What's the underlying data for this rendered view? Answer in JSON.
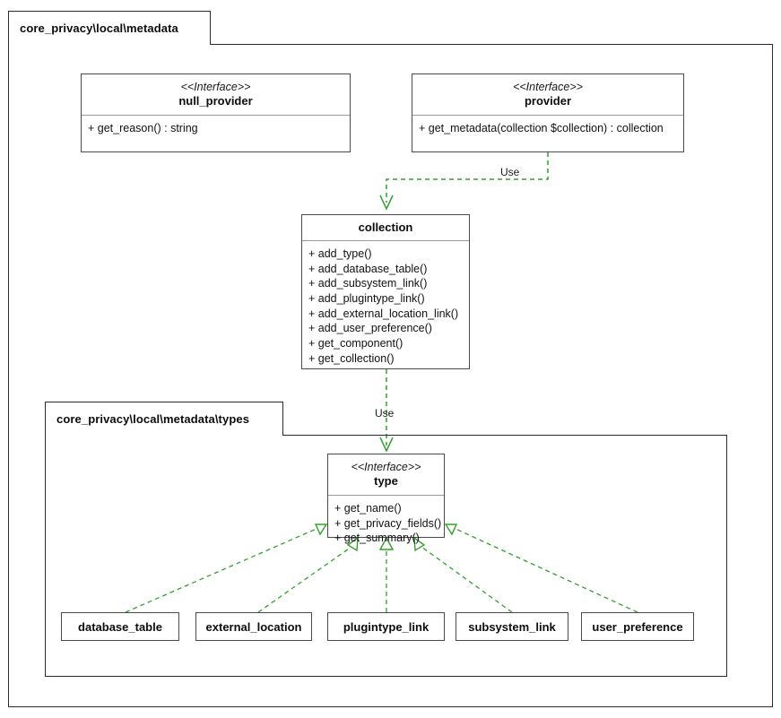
{
  "diagram": {
    "kind": "uml-class-diagram",
    "colors": {
      "background": "#ffffff",
      "box_border": "#4a4a4a",
      "package_border": "#2b2b2b",
      "text": "#0d0d0d",
      "relation_green": "#33a02c"
    }
  },
  "packages": [
    {
      "id": "pkg_outer",
      "label": "core_privacy\\local\\metadata"
    },
    {
      "id": "pkg_types",
      "label": "core_privacy\\local\\metadata\\types"
    }
  ],
  "classes": {
    "null_provider": {
      "stereotype": "<<Interface>>",
      "name": "null_provider",
      "members": [
        "+ get_reason() : string"
      ]
    },
    "provider": {
      "stereotype": "<<Interface>>",
      "name": "provider",
      "members": [
        "+ get_metadata(collection $collection) : collection"
      ]
    },
    "collection": {
      "stereotype": "",
      "name": "collection",
      "members": [
        "+ add_type()",
        "+ add_database_table()",
        "+ add_subsystem_link()",
        "+ add_plugintype_link()",
        "+ add_external_location_link()",
        "+ add_user_preference()",
        "+ get_component()",
        "+ get_collection()"
      ]
    },
    "type": {
      "stereotype": "<<Interface>>",
      "name": "type",
      "members": [
        "+ get_name()",
        "+ get_privacy_fields()",
        "+ get_summary()"
      ]
    },
    "database_table": {
      "stereotype": "",
      "name": "database_table",
      "members": []
    },
    "external_location": {
      "stereotype": "",
      "name": "external_location",
      "members": []
    },
    "plugintype_link": {
      "stereotype": "",
      "name": "plugintype_link",
      "members": []
    },
    "subsystem_link": {
      "stereotype": "",
      "name": "subsystem_link",
      "members": []
    },
    "user_preference": {
      "stereotype": "",
      "name": "user_preference",
      "members": []
    }
  },
  "relations": [
    {
      "id": "rel_provider_collection",
      "from": "provider",
      "to": "collection",
      "type": "dependency",
      "label": "Use"
    },
    {
      "id": "rel_collection_type",
      "from": "collection",
      "to": "type",
      "type": "dependency",
      "label": "Use"
    },
    {
      "id": "rel_db_type",
      "from": "database_table",
      "to": "type",
      "type": "realization",
      "label": ""
    },
    {
      "id": "rel_ext_type",
      "from": "external_location",
      "to": "type",
      "type": "realization",
      "label": ""
    },
    {
      "id": "rel_plug_type",
      "from": "plugintype_link",
      "to": "type",
      "type": "realization",
      "label": ""
    },
    {
      "id": "rel_sub_type",
      "from": "subsystem_link",
      "to": "type",
      "type": "realization",
      "label": ""
    },
    {
      "id": "rel_user_type",
      "from": "user_preference",
      "to": "type",
      "type": "realization",
      "label": ""
    }
  ]
}
